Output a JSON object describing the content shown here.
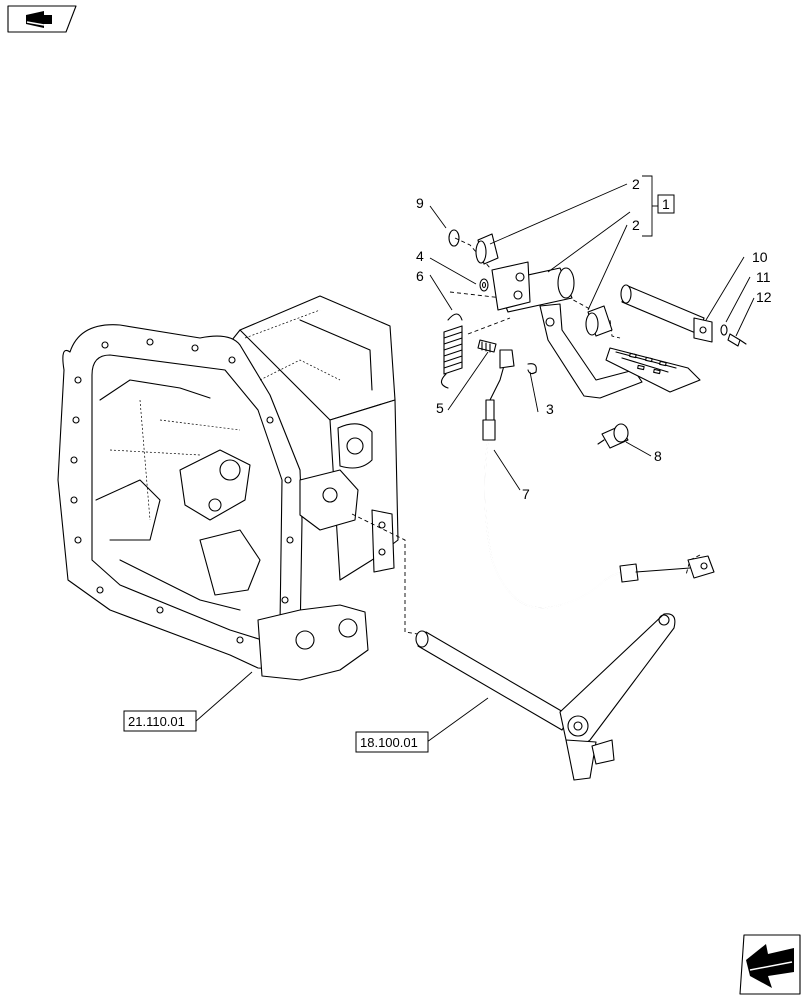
{
  "callouts": {
    "c1": "1",
    "c2a": "2",
    "c2b": "2",
    "c3": "3",
    "c4": "4",
    "c5": "5",
    "c6": "6",
    "c7": "7",
    "c8": "8",
    "c9": "9",
    "c10": "10",
    "c11": "11",
    "c12": "12"
  },
  "references": {
    "transmission_housing": "21.110.01",
    "clutch_shaft": "18.100.01"
  },
  "icons": {
    "top_left": "book-arrow-icon",
    "bottom_right": "next-page-arrow-icon"
  }
}
